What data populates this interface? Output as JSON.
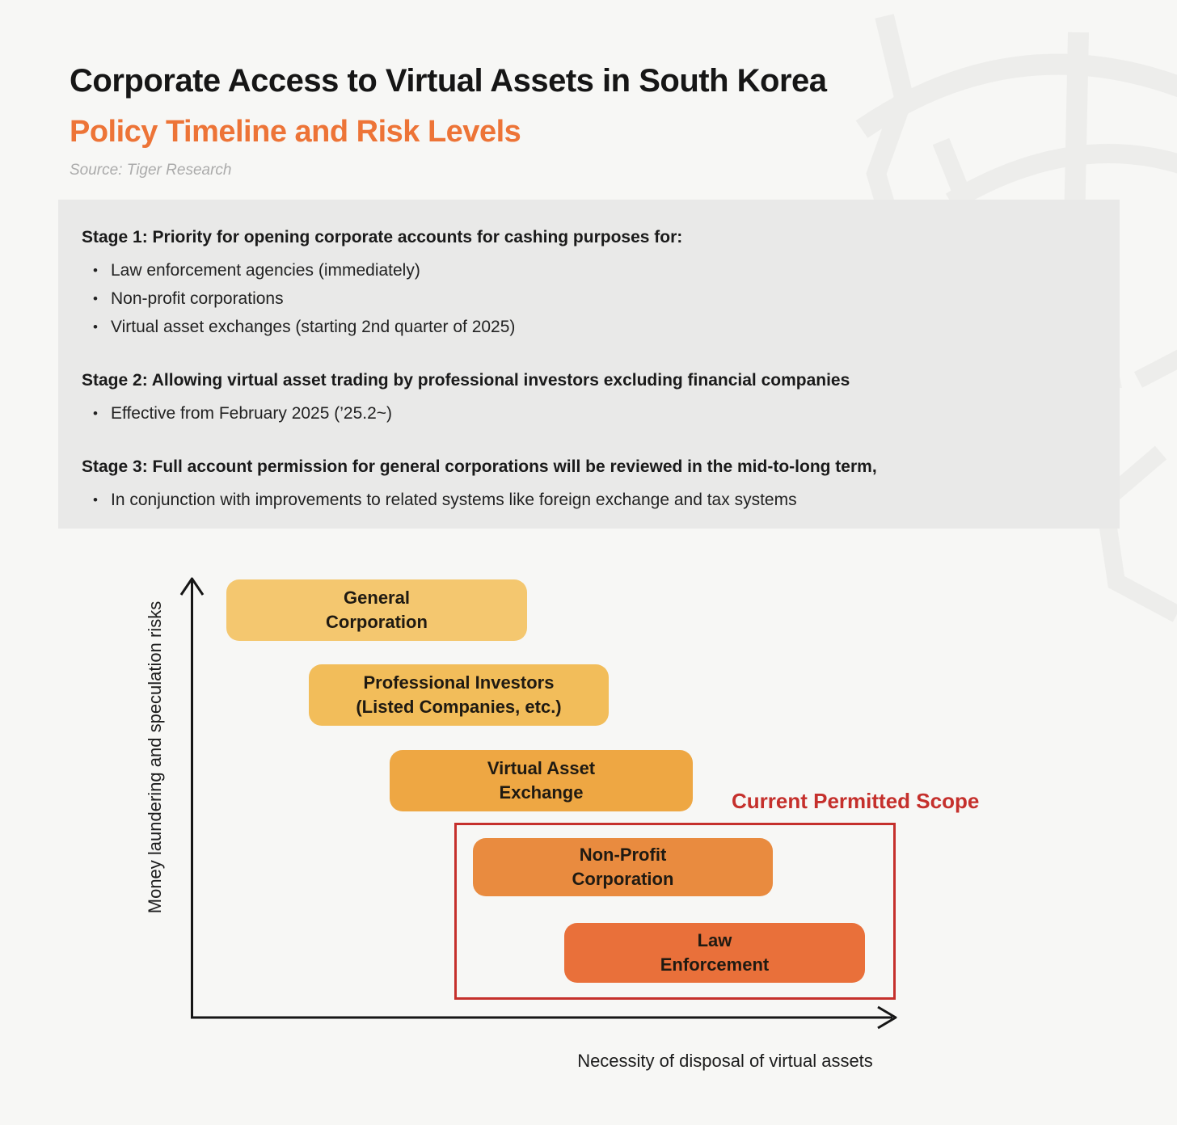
{
  "header": {
    "title": "Corporate Access to Virtual Assets in South Korea",
    "subtitle": "Policy Timeline and Risk Levels",
    "source": "Source: Tiger Research"
  },
  "policy_panel": {
    "stages": [
      {
        "heading": "Stage 1: Priority for opening corporate accounts for cashing purposes for:",
        "bullets": [
          "Law enforcement agencies (immediately)",
          "Non-profit corporations",
          "Virtual asset exchanges (starting 2nd quarter of 2025)"
        ]
      },
      {
        "heading": "Stage 2: Allowing virtual asset trading by professional investors excluding financial companies",
        "bullets": [
          "Effective from February 2025 (’25.2~)"
        ]
      },
      {
        "heading": "Stage 3: Full account permission for general corporations will be reviewed in the mid-to-long term,",
        "bullets": [
          "In conjunction with improvements to related systems like foreign exchange and tax systems"
        ]
      }
    ]
  },
  "chart": {
    "y_axis_label": "Money laundering and speculation risks",
    "x_axis_label": "Necessity of disposal of virtual assets",
    "scope_label": "Current Permitted Scope",
    "boxes": [
      {
        "line1": "General",
        "line2": "Corporation",
        "color": "#f4c76f"
      },
      {
        "line1": "Professional Investors",
        "line2": "(Listed Companies, etc.)",
        "color": "#f2bd5a"
      },
      {
        "line1": "Virtual Asset",
        "line2": "Exchange",
        "color": "#eea743"
      },
      {
        "line1": "Non-Profit",
        "line2": "Corporation",
        "color": "#e98b3f"
      },
      {
        "line1": "Law",
        "line2": "Enforcement",
        "color": "#e9703a"
      }
    ],
    "colors": {
      "scope_red": "#c5302c",
      "axis": "#161616",
      "subtitle_orange": "#ed7437",
      "panel_gray": "#e9e9e8",
      "background": "#f7f7f5"
    }
  },
  "chart_data": {
    "type": "diagram",
    "title": "Policy Timeline and Risk Levels",
    "xlabel": "Necessity of disposal of virtual assets",
    "ylabel": "Money laundering and speculation risks",
    "entities": [
      {
        "name": "General Corporation",
        "risk_level": 90,
        "disposal_necessity": 33,
        "in_current_permitted_scope": false
      },
      {
        "name": "Professional Investors (Listed Companies, etc.)",
        "risk_level": 72,
        "disposal_necessity": 46,
        "in_current_permitted_scope": false
      },
      {
        "name": "Virtual Asset Exchange",
        "risk_level": 54,
        "disposal_necessity": 58,
        "in_current_permitted_scope": false
      },
      {
        "name": "Non-Profit Corporation",
        "risk_level": 36,
        "disposal_necessity": 70,
        "in_current_permitted_scope": true
      },
      {
        "name": "Law Enforcement",
        "risk_level": 18,
        "disposal_necessity": 83,
        "in_current_permitted_scope": true
      }
    ],
    "annotations": [
      "Current Permitted Scope"
    ],
    "axis_ranges": "qualitative (no numeric ticks)",
    "grid": false,
    "legend": false
  }
}
